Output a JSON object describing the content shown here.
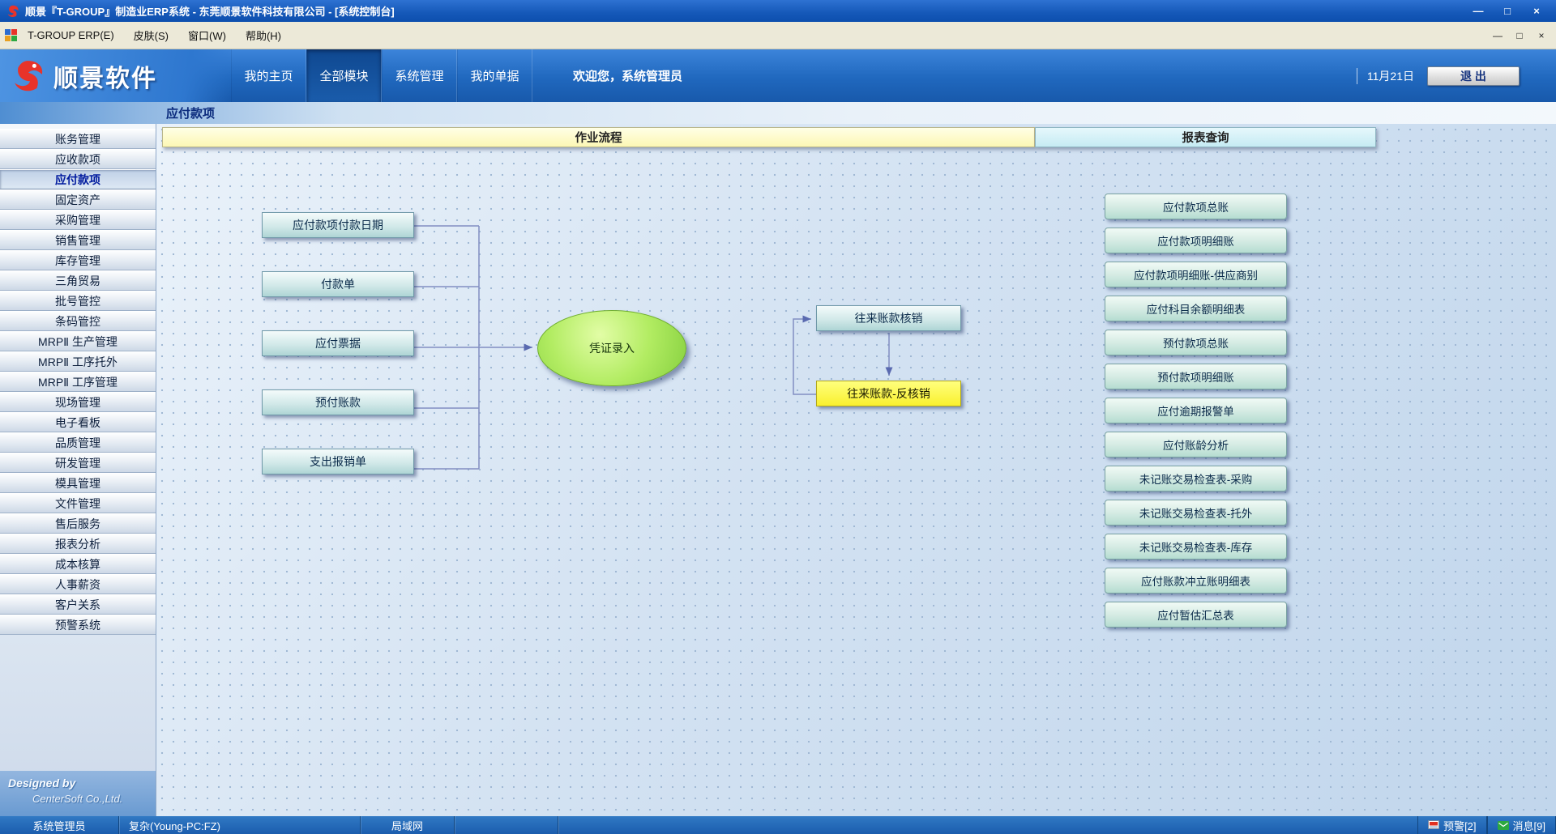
{
  "window": {
    "title": "顺景『T-GROUP』制造业ERP系统 - 东莞顺景软件科技有限公司 - [系统控制台]",
    "controls": {
      "minimize": "—",
      "maximize": "□",
      "close": "×"
    }
  },
  "menu_bar": {
    "items": [
      {
        "label": "T-GROUP ERP(E)"
      },
      {
        "label": "皮肤(S)"
      },
      {
        "label": "窗口(W)"
      },
      {
        "label": "帮助(H)"
      }
    ],
    "controls": {
      "minimize": "—",
      "restore": "□",
      "close": "×"
    }
  },
  "header": {
    "logo_text": "顺景软件",
    "tabs": [
      {
        "label": "我的主页"
      },
      {
        "label": "全部模块",
        "active": true
      },
      {
        "label": "系统管理"
      },
      {
        "label": "我的单据"
      }
    ],
    "welcome": "欢迎您，系统管理员",
    "date": "11月21日",
    "exit_label": "退 出"
  },
  "breadcrumb": {
    "title": "应付款项"
  },
  "sidebar": {
    "items": [
      {
        "label": "账务管理"
      },
      {
        "label": "应收款项"
      },
      {
        "label": "应付款项",
        "active": true
      },
      {
        "label": "固定资产"
      },
      {
        "label": "采购管理"
      },
      {
        "label": "销售管理"
      },
      {
        "label": "库存管理"
      },
      {
        "label": "三角贸易"
      },
      {
        "label": "批号管控"
      },
      {
        "label": "条码管控"
      },
      {
        "label": "MRPⅡ 生产管理"
      },
      {
        "label": "MRPⅡ 工序托外"
      },
      {
        "label": "MRPⅡ 工序管理"
      },
      {
        "label": "现场管理"
      },
      {
        "label": "电子看板"
      },
      {
        "label": "品质管理"
      },
      {
        "label": "研发管理"
      },
      {
        "label": "模具管理"
      },
      {
        "label": "文件管理"
      },
      {
        "label": "售后服务"
      },
      {
        "label": "报表分析"
      },
      {
        "label": "成本核算"
      },
      {
        "label": "人事薪资"
      },
      {
        "label": "客户关系"
      },
      {
        "label": "预警系统"
      }
    ],
    "footer": {
      "line1": "Designed by",
      "line2": "CenterSoft Co.,Ltd."
    }
  },
  "main": {
    "sections": {
      "flow": "作业流程",
      "reports": "报表查询"
    },
    "flow": {
      "sources": [
        {
          "label": "应付款项付款日期"
        },
        {
          "label": "付款单"
        },
        {
          "label": "应付票据"
        },
        {
          "label": "预付账款"
        },
        {
          "label": "支出报销单"
        }
      ],
      "center": "凭证录入",
      "reconcile": "往来账款核销",
      "reverse": "往来账款-反核销"
    },
    "reports": [
      {
        "label": "应付款项总账"
      },
      {
        "label": "应付款项明细账"
      },
      {
        "label": "应付款项明细账-供应商别"
      },
      {
        "label": "应付科目余额明细表"
      },
      {
        "label": "预付款项总账"
      },
      {
        "label": "预付款项明细账"
      },
      {
        "label": "应付逾期报警单"
      },
      {
        "label": "应付账龄分析"
      },
      {
        "label": "未记账交易检查表-采购"
      },
      {
        "label": "未记账交易检查表-托外"
      },
      {
        "label": "未记账交易检查表-库存"
      },
      {
        "label": "应付账款冲立账明细表"
      },
      {
        "label": "应付暂估汇总表"
      }
    ]
  },
  "status_bar": {
    "user": "系统管理员",
    "workstation": "复杂(Young-PC:FZ)",
    "network": "局域网",
    "alerts": "预警[2]",
    "messages": "消息[9]"
  },
  "colors": {
    "title_bar_blue": "#1558b8",
    "header_blue": "#2068be",
    "active_tab_blue": "#0f4890",
    "section_flow_bg": "#fcf7b4",
    "section_report_bg": "#c6ebf3",
    "node_teal": "#d2e9e9",
    "node_green": "#a8e858",
    "highlight_yellow": "#f9f02e",
    "status_blue": "#1b5dae"
  }
}
